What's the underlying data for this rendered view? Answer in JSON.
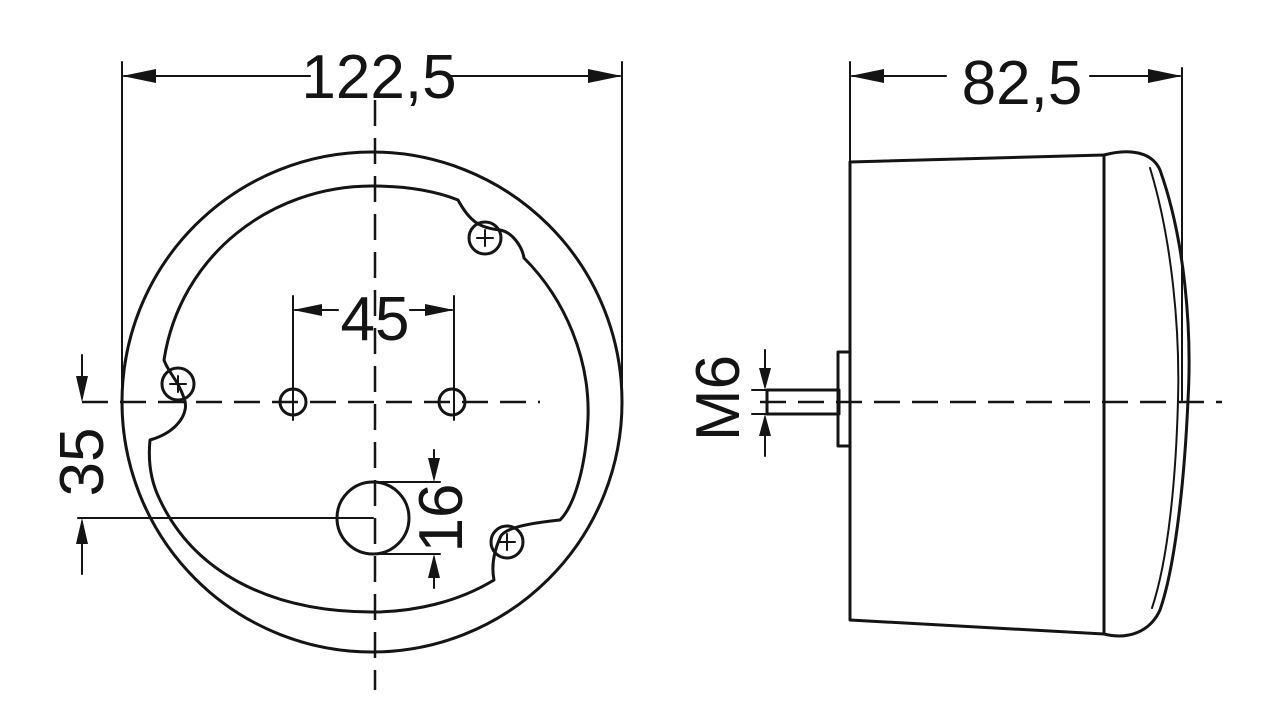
{
  "drawing": {
    "front_view": {
      "dimensions": {
        "overall_width": "122,5",
        "hole_spacing": "45",
        "vertical_offset": "35",
        "cable_hole_diameter": "16"
      }
    },
    "side_view": {
      "dimensions": {
        "overall_depth": "82,5",
        "stud_thread": "M6"
      }
    }
  }
}
